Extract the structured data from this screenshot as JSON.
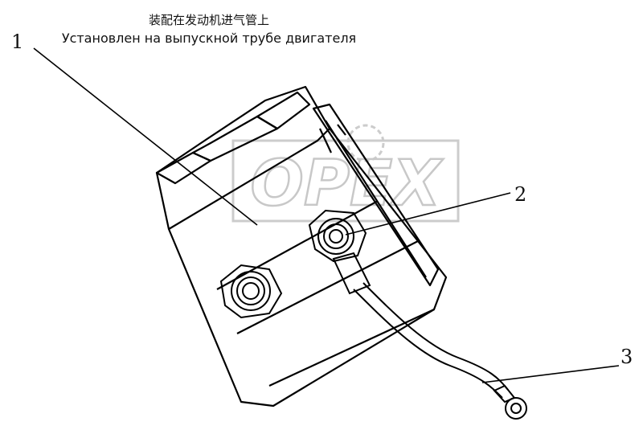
{
  "caption": {
    "line_cn": "装配在发动机进气管上",
    "line_ru": "Установлен на выпускной трубе двигателя"
  },
  "callouts": [
    "1",
    "2",
    "3"
  ],
  "watermark": {
    "text": "OPEX",
    "color": "#c8c8c8"
  },
  "line_color": "#000000"
}
